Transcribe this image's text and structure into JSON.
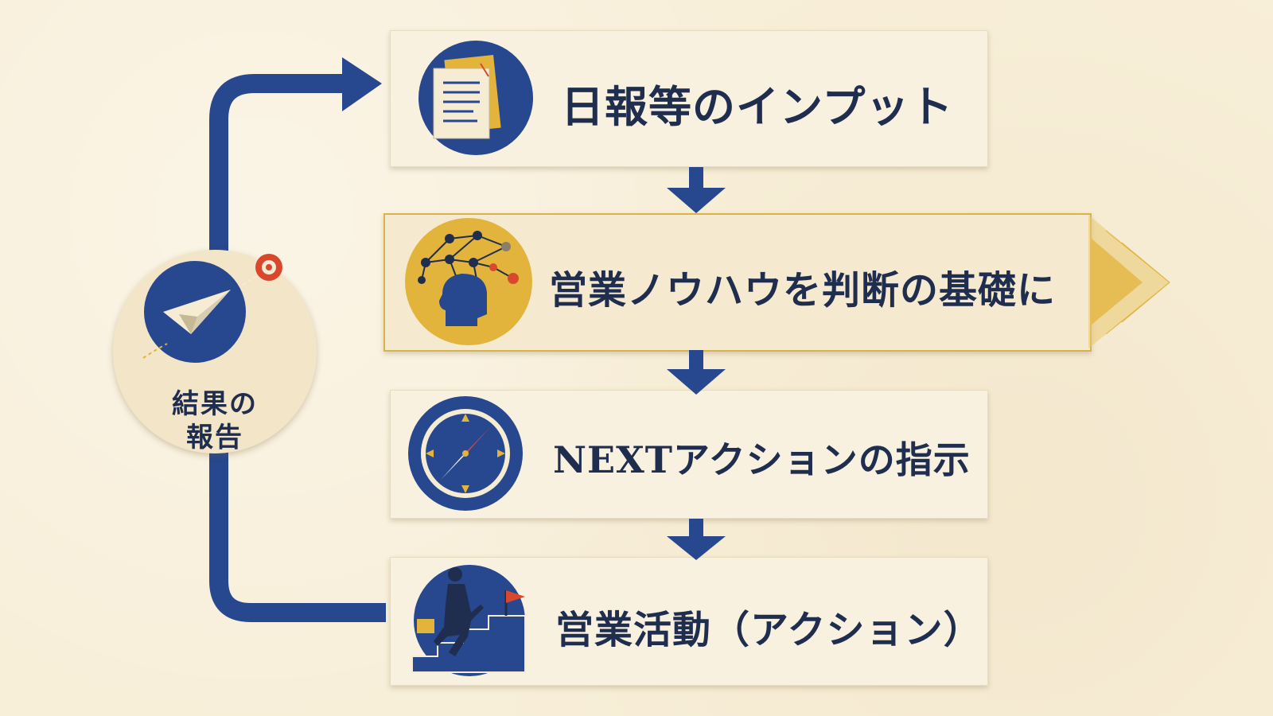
{
  "steps": [
    {
      "label": "日報等のインプット",
      "icon": "documents-icon"
    },
    {
      "label": "営業ノウハウを判断の基礎に",
      "icon": "head-network-icon"
    },
    {
      "label": "NEXTアクションの指示",
      "icon": "compass-icon"
    },
    {
      "label": "営業活動（アクション）",
      "icon": "businessman-climbing-stairs-icon"
    }
  ],
  "cycle": {
    "line1": "結果の",
    "line2": "報告",
    "icon": "paper-plane-icon"
  },
  "colors": {
    "background": "#f8efd9",
    "navy": "#27478f",
    "gold": "#e2b43c",
    "red": "#d9482d",
    "text": "#1f2d4e"
  }
}
